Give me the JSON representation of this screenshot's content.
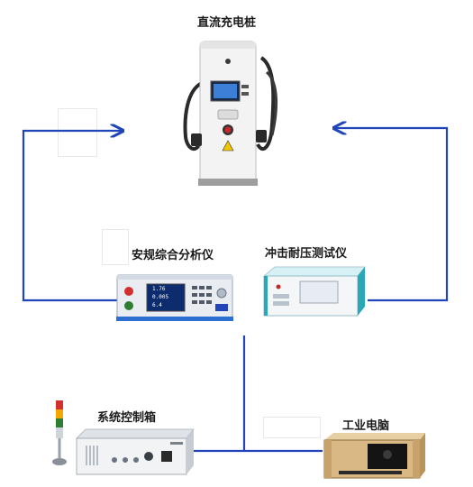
{
  "diagram": {
    "nodes": {
      "charger": {
        "label": "直流充电桩",
        "icon": "dc-charging-pile-icon"
      },
      "safety_analyzer": {
        "label": "安规综合分析仪",
        "icon": "safety-analyzer-icon",
        "display": [
          "1.76",
          "0.005",
          "6.4"
        ]
      },
      "surge_tester": {
        "label": "冲击耐压测试仪",
        "icon": "surge-tester-icon"
      },
      "control_box": {
        "label": "系统控制箱",
        "icon": "control-box-icon"
      },
      "industrial_pc": {
        "label": "工业电脑",
        "icon": "industrial-pc-icon"
      }
    },
    "connections": [
      {
        "from": "safety_analyzer",
        "to": "charger",
        "arrow": true
      },
      {
        "from": "surge_tester",
        "to": "charger",
        "arrow": true
      },
      {
        "from": "control_box",
        "to": "industrial_pc",
        "arrow": false
      },
      {
        "from": "safety_analyzer",
        "to": "industrial_pc",
        "arrow": false
      }
    ],
    "colors": {
      "wire": "#1f45b8",
      "panel_blue": "#2d6fd0",
      "charger_body": "#f2f2f2",
      "charger_dark": "#2a2a2a"
    }
  }
}
